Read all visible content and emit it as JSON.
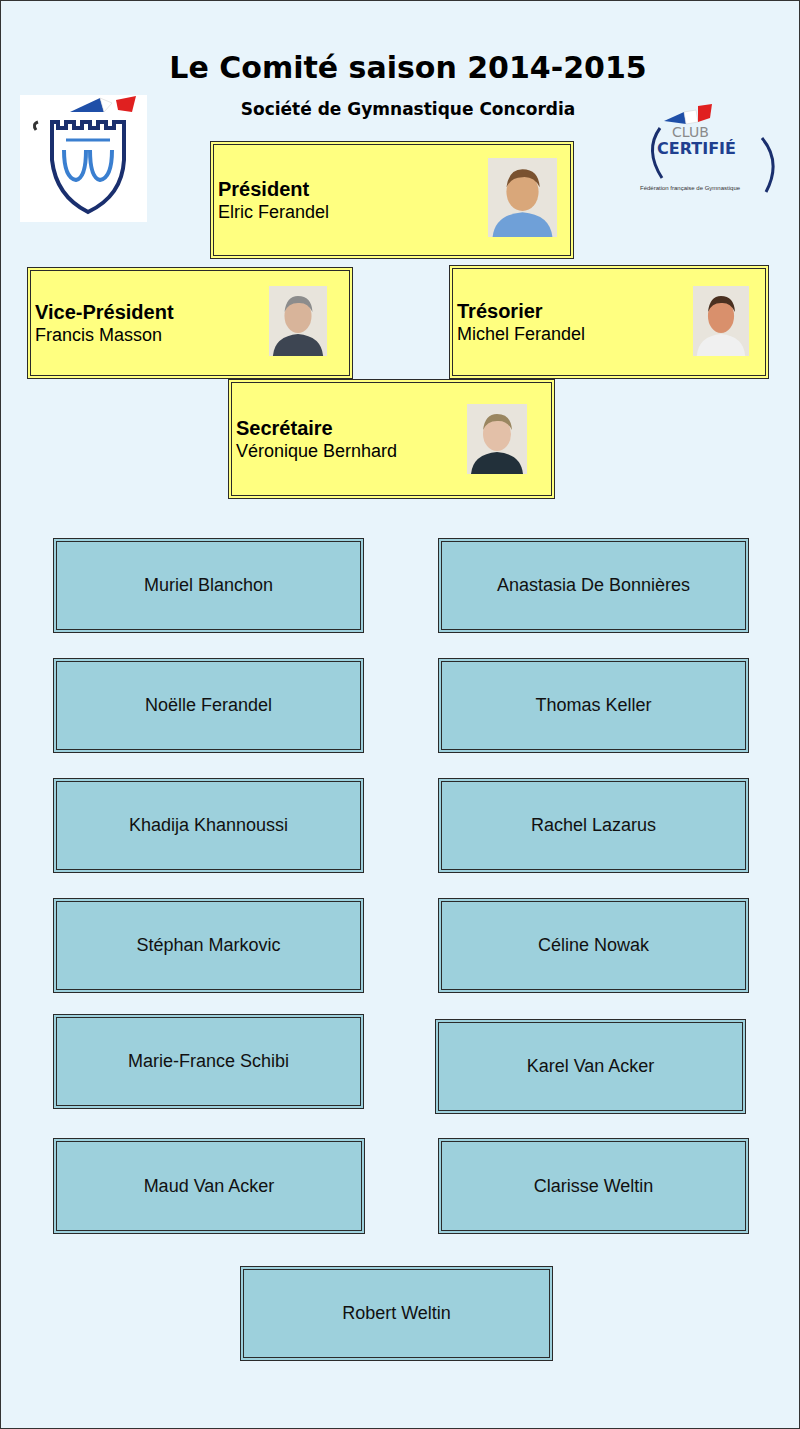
{
  "diagram": {
    "title": "Le Comité saison 2014-2015",
    "nodes": [
      {
        "text": [
          "Président",
          "Elric Ferandel"
        ]
      },
      {
        "text": [
          "Vice-Président",
          "Francis Masson"
        ]
      },
      {
        "text": [
          "Trésorier",
          "Michel Ferandel"
        ]
      },
      {
        "text": [
          "Secrétaire",
          "Véronique Bernhard"
        ]
      },
      {
        "text": [
          "Muriel Blanchon"
        ]
      },
      {
        "text": [
          "Anastasia De Bonnières"
        ]
      },
      {
        "text": [
          "Noëlle Ferandel"
        ]
      },
      {
        "text": [
          "Thomas Keller"
        ]
      },
      {
        "text": [
          "Khadija Khannoussi"
        ]
      },
      {
        "text": [
          "Rachel Lazarus"
        ]
      },
      {
        "text": [
          "Stéphan Markovic"
        ]
      },
      {
        "text": [
          "Céline Nowak"
        ]
      },
      {
        "text": [
          "Marie-France Schibi"
        ]
      },
      {
        "text": [
          "Karel Van Acker"
        ]
      },
      {
        "text": [
          "Maud Van Acker"
        ]
      },
      {
        "text": [
          "Clarisse Weltin"
        ]
      },
      {
        "text": [
          "Robert Weltin"
        ]
      }
    ],
    "labels": [
      "Société de Gymnastique Concordia",
      "CLUB",
      "CERTIFIÉ",
      "Fédération française de Gymnastique"
    ]
  }
}
